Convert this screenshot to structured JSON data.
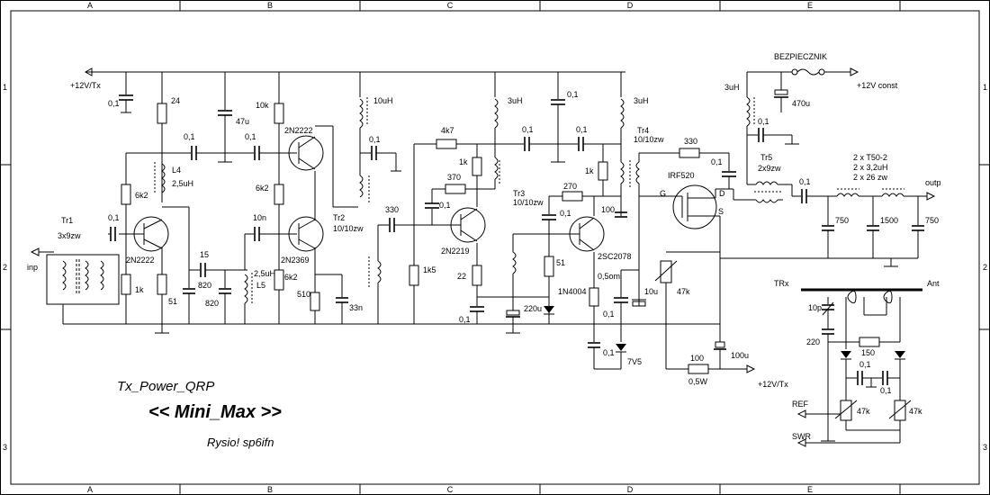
{
  "sheet": {
    "columns": [
      "A",
      "B",
      "C",
      "D",
      "E"
    ],
    "rows": [
      "1",
      "2",
      "3"
    ]
  },
  "title": {
    "line1": "Tx_Power_QRP",
    "line2": "<< Mini_Max >>",
    "author": "Rysio! sp6ifn"
  },
  "ports": {
    "supply_tx": "+12V/Tx",
    "input": "inp",
    "output": "outp",
    "supply_const": "+12V const",
    "supply_tx2": "+12V/Tx",
    "ref": "REF",
    "swr": "SWR",
    "trx": "TRx",
    "ant": "Ant",
    "fuse": "BEZPIECZNIK"
  },
  "transformers": {
    "tr1": "Tr1",
    "tr1_spec": "3x9zw",
    "tr2": "Tr2",
    "tr2_spec": "10/10zw",
    "tr3": "Tr3",
    "tr3_spec": "10/10zw",
    "tr4": "Tr4",
    "tr4_spec": "10/10zw",
    "tr5": "Tr5",
    "tr5_spec": "2x9zw"
  },
  "semiconductors": {
    "q1": "2N2222",
    "q2": "2N2222",
    "q3": "2N2369",
    "q4": "2N2219",
    "q5": "2SC2078",
    "q6": "IRF520",
    "d1": "1N4004",
    "dz": "7V5",
    "gate": "G",
    "drain": "D",
    "source": "S"
  },
  "resistors": {
    "r24": "24",
    "r6k2a": "6k2",
    "r1ka": "1k",
    "r51a": "51",
    "r10k": "10k",
    "r6k2b": "6k2",
    "r6k2c": "6k2",
    "r510": "510",
    "r4k7": "4k7",
    "r1kb": "1k",
    "r370": "370",
    "r1k5": "1k5",
    "r22": "22",
    "r270": "270",
    "r51b": "51",
    "r1kc": "1k",
    "r330": "330",
    "r0_5": "0,5om",
    "r47k": "47k",
    "r100": "100",
    "r100w": "0,5W",
    "r150": "150",
    "r47k_ref": "47k",
    "r47k_swr": "47k"
  },
  "capacitors": {
    "c01_top": "0,1",
    "c47u": "47u",
    "c01a": "0,1",
    "c01b": "0,1",
    "c01_in": "0,1",
    "c15": "15",
    "c820a": "820",
    "c820b": "820",
    "c10n": "10n",
    "c33n": "33n",
    "c01_tr2": "0,1",
    "c330": "330",
    "c01_q4": "0,1",
    "c01_q4e": "0,1",
    "c01_c": "0,1",
    "c01_d": "0,1",
    "c01_e": "0,1",
    "c100": "100",
    "c01_q5": "0,1",
    "c220u": "220u",
    "c01_f": "0,1",
    "c10u": "10u",
    "c01_g": "0,1",
    "c01_h": "0,1",
    "c100u": "100u",
    "c01_i": "0,1",
    "c470u": "470u",
    "c01_tr5": "0,1",
    "c01_out": "0,1",
    "c750a": "750",
    "c1500": "1500",
    "c750b": "750",
    "c10p": "10p",
    "c220": "220",
    "c01_swr1": "0,1",
    "c01_swr2": "0,1"
  },
  "inductors": {
    "l4": "L4",
    "l4_val": "2,5uH",
    "l5": "L5",
    "l5_val": "2,5uH",
    "l10u": "10uH",
    "l3ua": "3uH",
    "l3ub": "3uH",
    "l3uc": "3uH"
  },
  "filter_note": {
    "line1": "2 x T50-2",
    "line2": "2 x 3,2uH",
    "line3": "2 x 26 zw"
  }
}
